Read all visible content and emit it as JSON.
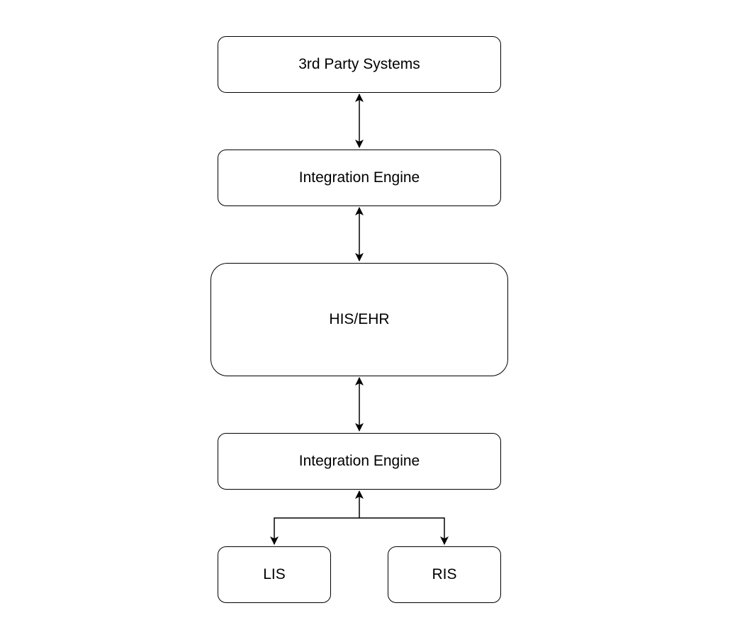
{
  "diagram": {
    "nodes": {
      "third_party": "3rd Party Systems",
      "integration_top": "Integration Engine",
      "his_ehr": "HIS/EHR",
      "integration_bottom": "Integration Engine",
      "lis": "LIS",
      "ris": "RIS"
    },
    "colors": {
      "stroke": "#000000",
      "fill": "#ffffff",
      "text": "#000000"
    }
  }
}
